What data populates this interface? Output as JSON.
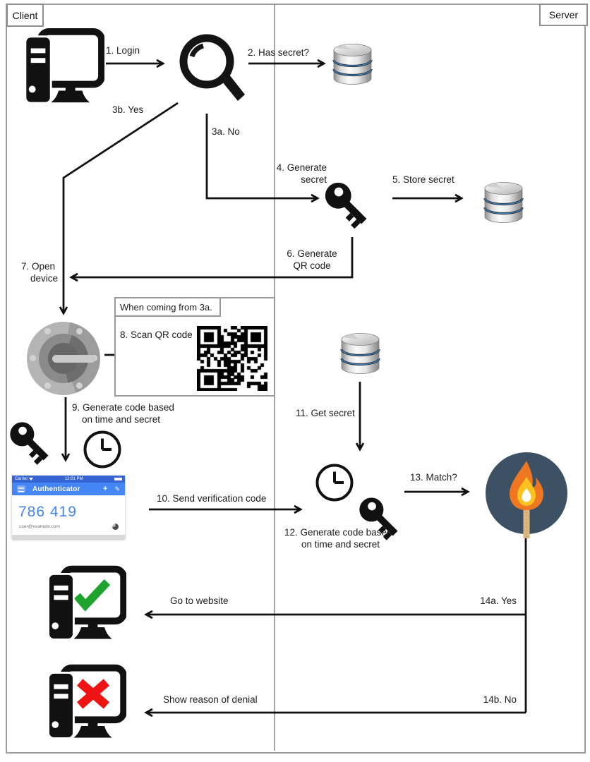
{
  "lanes": {
    "client": "Client",
    "server": "Server"
  },
  "labels": {
    "s1": "1. Login",
    "s2": "2. Has secret?",
    "s3a": "3a. No",
    "s3b": "3b. Yes",
    "s4_1": "4. Generate",
    "s4_2": "secret",
    "s5": "5. Store secret",
    "s6_1": "6. Generate",
    "s6_2": "QR code",
    "s7_1": "7. Open",
    "s7_2": "device",
    "s8": "8. Scan QR code",
    "s9_1": "9. Generate code based",
    "s9_2": "on time and secret",
    "s10": "10. Send verification code",
    "s11": "11. Get secret",
    "s12_1": "12. Generate code based",
    "s12_2": "on time and secret",
    "s13": "13. Match?",
    "s14a": "14a. Yes",
    "s14b": "14b. No",
    "note": "When coming from 3a.",
    "go_website": "Go to website",
    "show_denial": "Show reason of denial"
  },
  "phone": {
    "carrier": "Carrier",
    "time": "12:01 PM",
    "title": "Authenticator",
    "code": "786 419",
    "account": "user@example.com"
  },
  "icons": {
    "add": "+",
    "edit": "✎"
  },
  "colors": {
    "app_header_blue": "#4486f5",
    "status_bar_blue": "#3664d0",
    "code_blue": "#4285f4",
    "check_green": "#1fa32f",
    "cross_red": "#ee1414",
    "match_circle": "#3d5164",
    "flame_orange": "#ef7722",
    "flame_yellow": "#fcc21d",
    "matchstick": "#dcb67f",
    "db_stripe_blue": "#3e86c9"
  }
}
